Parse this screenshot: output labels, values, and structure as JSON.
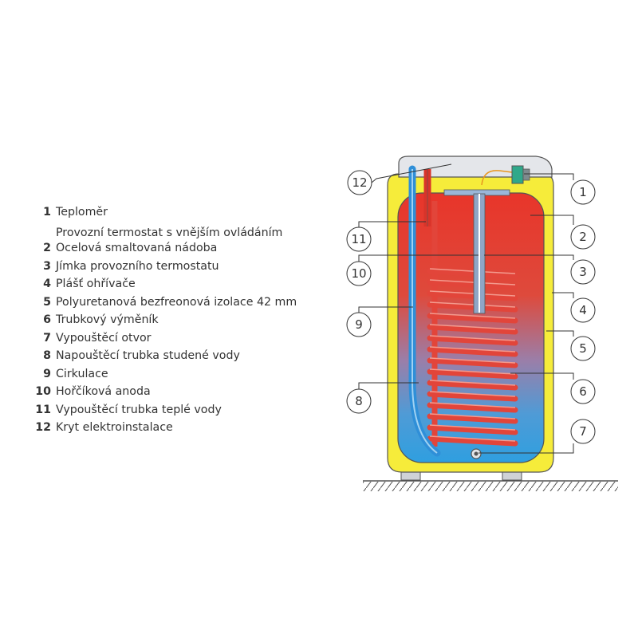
{
  "legend": [
    {
      "num": "1",
      "text": "Teploměr",
      "sub": "Provozní termostat s vnějším ovládáním"
    },
    {
      "num": "2",
      "text": "Ocelová smaltovaná nádoba"
    },
    {
      "num": "3",
      "text": "Jímka provozního termostatu"
    },
    {
      "num": "4",
      "text": "Plášť ohřívače"
    },
    {
      "num": "5",
      "text": "Polyuretanová bezfreonová izolace 42 mm"
    },
    {
      "num": "6",
      "text": "Trubkový výměník"
    },
    {
      "num": "7",
      "text": "Vypouštěcí otvor"
    },
    {
      "num": "8",
      "text": "Napouštěcí trubka studené vody"
    },
    {
      "num": "9",
      "text": "Cirkulace"
    },
    {
      "num": "10",
      "text": "Hořčíková anoda"
    },
    {
      "num": "11",
      "text": "Vypouštěcí trubka teplé vody"
    },
    {
      "num": "12",
      "text": "Kryt elektroinstalace"
    }
  ],
  "callouts": {
    "c1": "1",
    "c2": "2",
    "c3": "3",
    "c4": "4",
    "c5": "5",
    "c6": "6",
    "c7": "7",
    "c8": "8",
    "c9": "9",
    "c10": "10",
    "c11": "11",
    "c12": "12"
  },
  "colors": {
    "insulation_yellow": "#f6ec3a",
    "hot_red": "#e8352a",
    "cold_blue": "#2f9fe0",
    "coil_red": "#e2453a",
    "cover_gray": "#e4e6ea",
    "outline": "#555555"
  }
}
